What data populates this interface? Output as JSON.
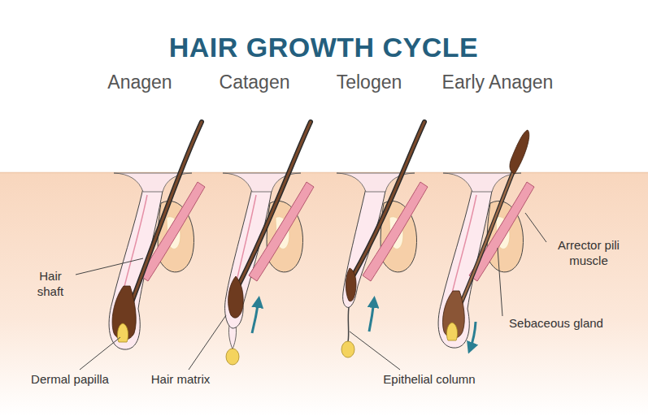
{
  "diagram": {
    "title": "HAIR GROWTH CYCLE",
    "labels": [
      "Anagen",
      "Catagen",
      "Telogen",
      "Early Anagen",
      "Hair shaft",
      "Arrector pili muscle",
      "Sebaceous gland",
      "Dermal papilla",
      "Hair matrix",
      "Epithelial column"
    ]
  }
}
